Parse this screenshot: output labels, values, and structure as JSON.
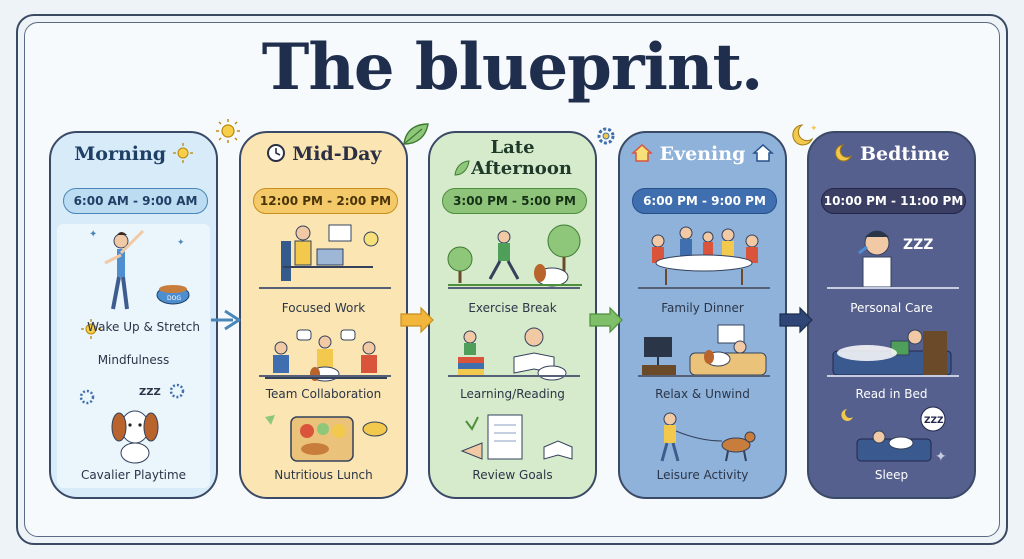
{
  "title": "The blueprint.",
  "columns": [
    {
      "name": "Morning",
      "time": "6:00 AM - 9:00 AM",
      "activities": [
        "Wake Up & Stretch",
        "Mindfulness",
        "Cavalier Playtime"
      ],
      "bowl_label": "DOG",
      "colors": {
        "bg": "#d7ebf8",
        "head": "#1f3f66",
        "pill_bg": "#bcdcf1",
        "pill_border": "#4b86b8",
        "pill_text": "#1f3f66"
      }
    },
    {
      "name": "Mid-Day",
      "time": "12:00 PM - 2:00 PM",
      "activities": [
        "Focused Work",
        "Team Collaboration",
        "Nutritious Lunch"
      ],
      "colors": {
        "bg": "#fbe6b3",
        "head": "#2a2f44",
        "pill_bg": "#f3c969",
        "pill_border": "#c98f1e",
        "pill_text": "#4a3408"
      }
    },
    {
      "name": "Late Afternoon",
      "name_lines": [
        "Late",
        "Afternoon"
      ],
      "time": "3:00 PM - 5:00 PM",
      "activities": [
        "Exercise Break",
        "Learning/Reading",
        "Review Goals"
      ],
      "colors": {
        "bg": "#d6ebcb",
        "head": "#1f3a2a",
        "pill_bg": "#8dc47a",
        "pill_border": "#4f8f3c",
        "pill_text": "#163016"
      }
    },
    {
      "name": "Evening",
      "time": "6:00 PM - 9:00 PM",
      "activities": [
        "Family Dinner",
        "Relax & Unwind",
        "Leisure Activity"
      ],
      "colors": {
        "bg": "#8fb2da",
        "head": "#ffffff",
        "pill_bg": "#3f6fae",
        "pill_border": "#26508a",
        "pill_text": "#ffffff"
      }
    },
    {
      "name": "Bedtime",
      "time": "10:00 PM - 11:00 PM",
      "activities": [
        "Personal Care",
        "Read in Bed",
        "Sleep"
      ],
      "colors": {
        "bg": "#56608f",
        "head": "#ffffff",
        "pill_bg": "#3a3f63",
        "pill_border": "#22264a",
        "pill_text": "#ffffff"
      }
    }
  ],
  "zzz": "ZZZ",
  "frame_color": "#3b4a63"
}
